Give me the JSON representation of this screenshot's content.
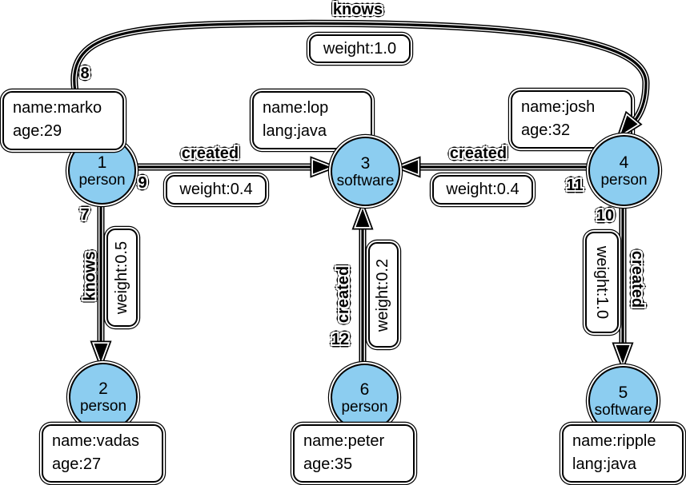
{
  "diagram": {
    "kind": "property-graph",
    "colors": {
      "node_fill": "#8CCDF0",
      "outline": "#000000",
      "box_fill": "#ffffff"
    },
    "nodes": [
      {
        "id": "1",
        "type": "person",
        "props": [
          "name:marko",
          "age:29"
        ]
      },
      {
        "id": "2",
        "type": "person",
        "props": [
          "name:vadas",
          "age:27"
        ]
      },
      {
        "id": "3",
        "type": "software",
        "props": [
          "name:lop",
          "lang:java"
        ]
      },
      {
        "id": "4",
        "type": "person",
        "props": [
          "name:josh",
          "age:32"
        ]
      },
      {
        "id": "5",
        "type": "software",
        "props": [
          "name:ripple",
          "lang:java"
        ]
      },
      {
        "id": "6",
        "type": "person",
        "props": [
          "name:peter",
          "age:35"
        ]
      }
    ],
    "edges": [
      {
        "id": "8",
        "label": "knows",
        "from": "1",
        "to": "4",
        "weight": "weight:1.0"
      },
      {
        "id": "9",
        "label": "created",
        "from": "1",
        "to": "3",
        "weight": "weight:0.4"
      },
      {
        "id": "7",
        "label": "knows",
        "from": "1",
        "to": "2",
        "weight": "weight:0.5"
      },
      {
        "id": "11",
        "label": "created",
        "from": "4",
        "to": "3",
        "weight": "weight:0.4"
      },
      {
        "id": "12",
        "label": "created",
        "from": "6",
        "to": "3",
        "weight": "weight:0.2"
      },
      {
        "id": "10",
        "label": "created",
        "from": "4",
        "to": "5",
        "weight": "weight:1.0"
      }
    ]
  }
}
